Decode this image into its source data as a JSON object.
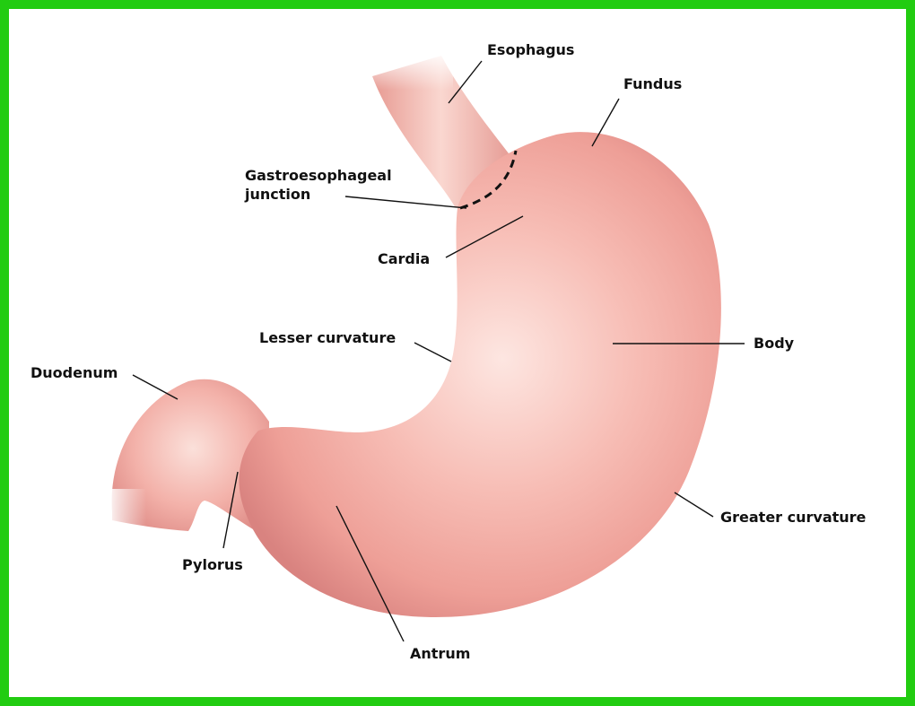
{
  "colors": {
    "frame": "#22cc11",
    "background": "#ffffff",
    "tissue_light": "#fbdcd6",
    "tissue_mid": "#f3aaa2",
    "tissue_dark": "#d87f7a",
    "label_text": "#111111"
  },
  "labels": {
    "esophagus": "Esophagus",
    "fundus": "Fundus",
    "ge_junction_line1": "Gastroesophageal",
    "ge_junction_line2": "junction",
    "cardia": "Cardia",
    "lesser_curvature": "Lesser curvature",
    "body": "Body",
    "duodenum": "Duodenum",
    "greater_curvature": "Greater curvature",
    "pylorus": "Pylorus",
    "antrum": "Antrum"
  }
}
